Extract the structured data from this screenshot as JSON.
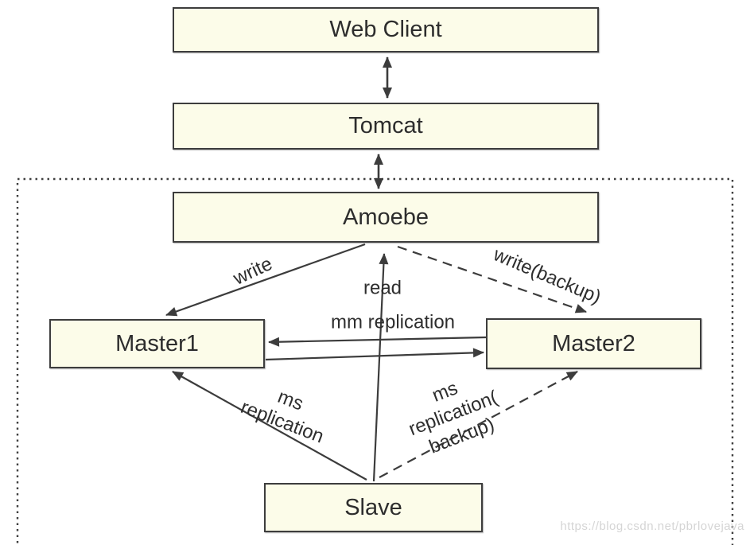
{
  "nodes": {
    "web_client": {
      "label": "Web Client"
    },
    "tomcat": {
      "label": "Tomcat"
    },
    "amoebe": {
      "label": "Amoebe"
    },
    "master1": {
      "label": "Master1"
    },
    "master2": {
      "label": "Master2"
    },
    "slave": {
      "label": "Slave"
    }
  },
  "edge_labels": {
    "write": {
      "text": "write"
    },
    "read": {
      "text": "read"
    },
    "write_backup": {
      "text": "write(backup)"
    },
    "mm_replication": {
      "text": "mm replication"
    },
    "ms_replication": {
      "lines": [
        "ms",
        "replication"
      ]
    },
    "ms_replication_backup": {
      "lines": [
        "ms",
        "replication(",
        "backup)"
      ]
    }
  },
  "edges": [
    {
      "from": "Web Client",
      "to": "Tomcat",
      "style": "solid",
      "direction": "both",
      "label": ""
    },
    {
      "from": "Tomcat",
      "to": "Amoebe",
      "style": "solid",
      "direction": "both",
      "label": ""
    },
    {
      "from": "Amoebe",
      "to": "Master1",
      "style": "solid",
      "direction": "to",
      "label": "write"
    },
    {
      "from": "Slave",
      "to": "Amoebe",
      "style": "solid",
      "direction": "to",
      "label": "read"
    },
    {
      "from": "Amoebe",
      "to": "Master2",
      "style": "dashed",
      "direction": "to",
      "label": "write(backup)"
    },
    {
      "from": "Master2",
      "to": "Master1",
      "style": "solid",
      "direction": "to",
      "label": "mm replication"
    },
    {
      "from": "Master1",
      "to": "Master2",
      "style": "solid",
      "direction": "to",
      "label": "mm replication"
    },
    {
      "from": "Slave",
      "to": "Master1",
      "style": "solid",
      "direction": "to",
      "label": "ms replication"
    },
    {
      "from": "Slave",
      "to": "Master2",
      "style": "dashed",
      "direction": "to",
      "label": "ms replication(backup)"
    }
  ],
  "colors": {
    "node_fill": "#fcfce9",
    "node_border": "#3d3d3d",
    "line": "#3c3c3c",
    "text": "#2d2d2d",
    "watermark_text": "#d5d5d5",
    "background": "#ffffff"
  },
  "watermark": {
    "text": "https://blog.csdn.net/pbrlovejava"
  }
}
